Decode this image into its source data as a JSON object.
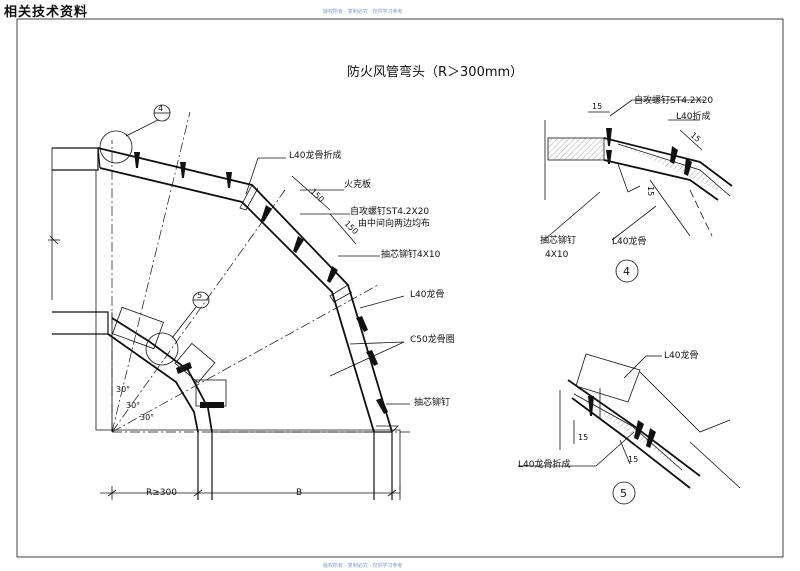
{
  "header": {
    "corner_label": "相关技术资料",
    "watermark": "版权所有 · 复制必究 · 仅供学习参考"
  },
  "title": "防火风管弯头（R＞300mm）",
  "main_view": {
    "labels": {
      "l40_bend_fold": "L40龙骨折成",
      "fire_board": "火克板",
      "screw_l1": "自攻螺钉ST4.2X20",
      "screw_l2": "由中间向两边均布",
      "blind_rivet": "抽芯铆钉4X10",
      "l40_keel": "L40龙骨",
      "c50_ring": "C50龙骨圈",
      "blind_rivet2": "抽芯铆钉"
    },
    "dims": {
      "d150a": "150",
      "d150b": "150",
      "radius": "R≥300",
      "b": "B",
      "angle1": "30°",
      "angle2": "30°",
      "angle3": "30°"
    },
    "callouts": {
      "c4": "4",
      "c5": "5"
    }
  },
  "detail4": {
    "id": "4",
    "labels": {
      "screw": "自攻螺钉ST4.2X20",
      "l40_fold": "L40折成",
      "rivet": "抽芯铆钉",
      "rivet_size": "4X10",
      "l40_keel": "L40龙骨"
    },
    "dims": {
      "d15a": "15",
      "d15b": "15",
      "d15c": "15"
    }
  },
  "detail5": {
    "id": "5",
    "labels": {
      "l40_keel": "L40龙骨",
      "l40_fold": "L40龙骨折成"
    },
    "dims": {
      "d15a": "15",
      "d15b": "15"
    }
  }
}
